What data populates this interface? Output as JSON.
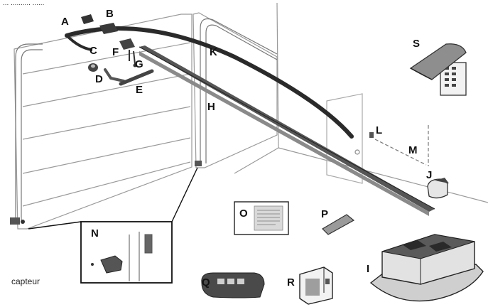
{
  "diagram": {
    "header_fragment": "... ..........  ......",
    "caption": "capteur",
    "parts": {
      "A": "A",
      "B": "B",
      "C": "C",
      "D": "D",
      "E": "E",
      "F": "F",
      "G": "G",
      "H": "H",
      "I": "I",
      "J": "J",
      "K": "K",
      "L": "L",
      "M": "M",
      "N": "N",
      "O": "O",
      "P": "P",
      "Q": "Q",
      "R": "R",
      "S": "S"
    }
  }
}
